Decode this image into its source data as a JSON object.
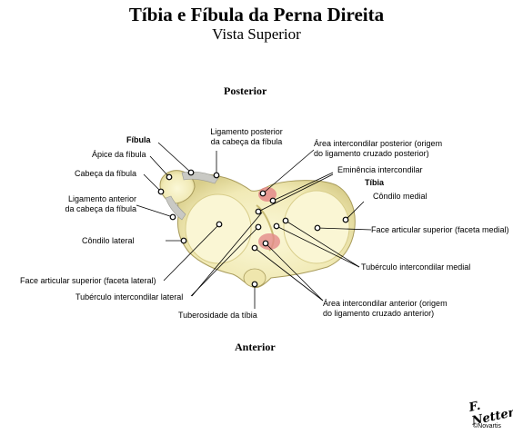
{
  "title": "Tíbia e Fíbula da Perna Direita",
  "subtitle": "Vista Superior",
  "orientation": {
    "top": "Posterior",
    "bottom": "Anterior"
  },
  "labels": {
    "fibula": "Fíbula",
    "apex_fibula": "Ápice da fíbula",
    "head_fibula": "Cabeça da fíbula",
    "ant_lig_head_1": "Ligamento anterior",
    "ant_lig_head_2": "da cabeça da fíbula",
    "lateral_condyle": "Côndilo lateral",
    "lateral_facet": "Face articular superior (faceta lateral)",
    "lateral_tubercle": "Tubérculo intercondilar lateral",
    "tibial_tuberosity": "Tuberosidade da tíbia",
    "post_lig_head_1": "Ligamento posterior",
    "post_lig_head_2": "da cabeça da fíbula",
    "post_area_1": "Área intercondilar posterior (origem",
    "post_area_2": "do ligamento cruzado posterior)",
    "eminence": "Eminência intercondilar",
    "tibia": "Tíbia",
    "medial_condyle": "Côndilo medial",
    "medial_facet": "Face articular superior (faceta medial)",
    "medial_tubercle": "Tubérculo intercondilar medial",
    "ant_area_1": "Área intercondilar anterior (origem",
    "ant_area_2": "do ligamento cruzado anterior)"
  },
  "credit": {
    "signature": "F. Netter",
    "copyright": "©Novartis"
  },
  "colors": {
    "bone": "#f4efbf",
    "bone_shadow": "#d9cf8e",
    "ligament": "#c9c9c4",
    "cruciate_area": "#e48a8a"
  }
}
